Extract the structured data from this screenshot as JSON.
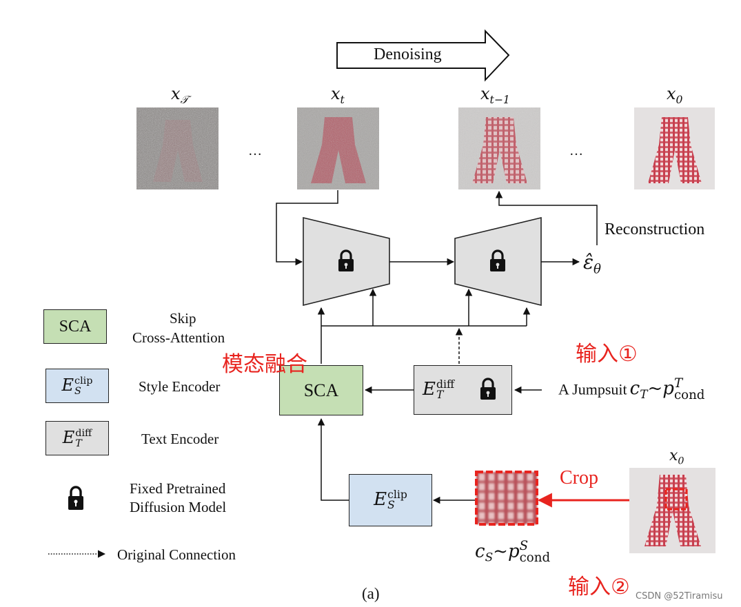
{
  "header": {
    "denoising_label": "Denoising"
  },
  "timesteps": [
    {
      "label": "x",
      "sub": "𝒯",
      "noise": "heavy"
    },
    {
      "label": "x",
      "sub": "t",
      "noise": "medium"
    },
    {
      "label": "x",
      "sub": "t−1",
      "noise": "light"
    },
    {
      "label": "x",
      "sub": "0",
      "noise": "none"
    }
  ],
  "ellipsis": "…",
  "unet": {
    "output_symbol": "ε̂",
    "output_sub": "θ",
    "reconstruction_label": "Reconstruction"
  },
  "blocks": {
    "sca": "SCA",
    "text_encoder": {
      "base": "E",
      "sub": "T",
      "sup": "diff"
    },
    "style_encoder": {
      "base": "E",
      "sub": "S",
      "sup": "clip"
    }
  },
  "inputs": {
    "text_prompt": "A Jumpsuit",
    "text_cond": {
      "c": "c",
      "c_sub": "T",
      "sep": "~",
      "p": "p",
      "p_sub": "cond",
      "p_sup": "T"
    },
    "style_cond": {
      "c": "c",
      "c_sub": "S",
      "sep": "~",
      "p": "p",
      "p_sub": "cond",
      "p_sup": "S"
    },
    "source_label": {
      "label": "x",
      "sub": "0"
    },
    "crop_label": "Crop"
  },
  "annotations": {
    "fusion": "模态融合",
    "input1": "输入①",
    "input2": "输入②"
  },
  "legend": [
    {
      "sym": "SCA",
      "line1": "Skip",
      "line2": "Cross-Attention"
    },
    {
      "sym_base": "E",
      "sym_sub": "S",
      "sym_sup": "clip",
      "line1": "Style Encoder"
    },
    {
      "sym_base": "E",
      "sym_sub": "T",
      "sym_sup": "diff",
      "line1": "Text Encoder"
    },
    {
      "line1": "Fixed Pretrained",
      "line2": "Diffusion Model"
    },
    {
      "line1": "Original Connection"
    }
  ],
  "caption": "(a)",
  "watermark": "CSDN @52Tiramisu",
  "colors": {
    "accent_red": "#e8241f",
    "sca_green": "#c5dfb4",
    "encoder_blue": "#d2e1f1",
    "frozen_gray": "#e0e0e0"
  }
}
